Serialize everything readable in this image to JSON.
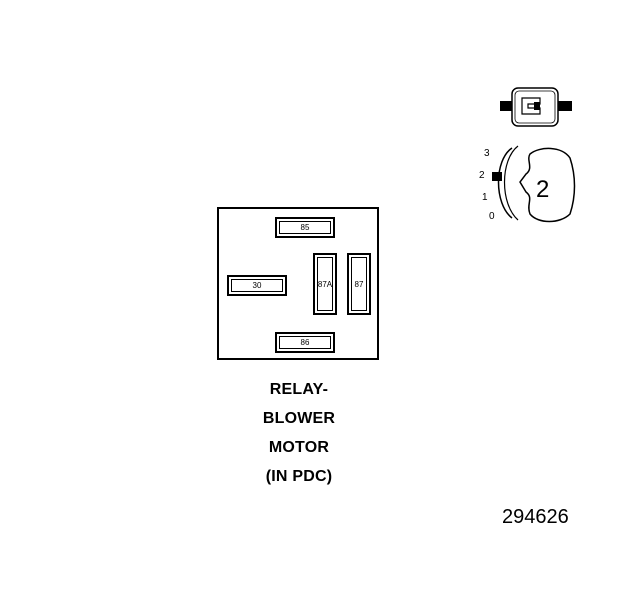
{
  "relay": {
    "pins": {
      "p85": "85",
      "p30": "30",
      "p87a": "87A",
      "p87": "87",
      "p86": "86"
    },
    "caption": [
      "RELAY-",
      "BLOWER",
      "MOTOR",
      "(IN PDC)"
    ]
  },
  "connector": {
    "positions": [
      "3",
      "2",
      "1",
      "0"
    ],
    "cavity_label": "2"
  },
  "figure_number": "294626"
}
